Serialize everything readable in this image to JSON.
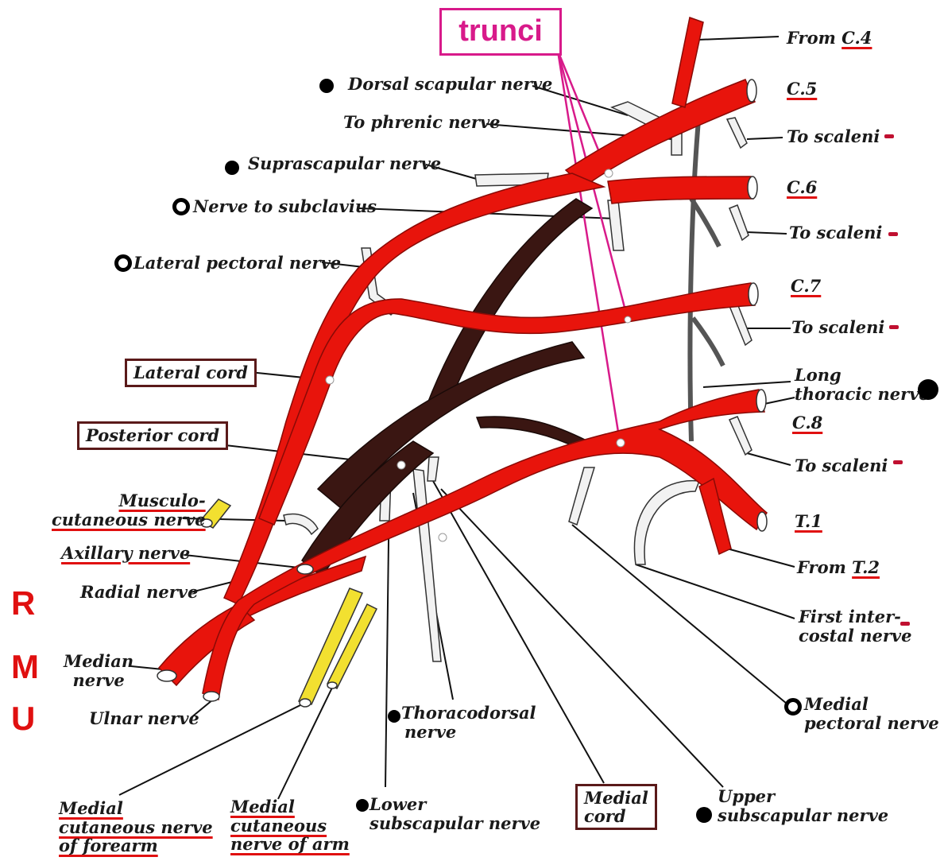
{
  "callout": "trunci",
  "side_letters": [
    "R",
    "M",
    "U"
  ],
  "roots": {
    "c4": {
      "prefix": "From ",
      "level": "C.4"
    },
    "c5": "C.5",
    "c6": "C.6",
    "c7": "C.7",
    "c8": "C.8",
    "t1": "T.1",
    "t2": {
      "prefix": "From ",
      "level": "T.2"
    }
  },
  "labels": {
    "dorsal_scapular": "Dorsal scapular nerve",
    "phrenic": "To phrenic nerve",
    "suprascapular": "Suprascapular nerve",
    "subclavius": "Nerve to subclavius",
    "lateral_pectoral": "Lateral pectoral nerve",
    "lateral_cord": "Lateral cord",
    "posterior_cord": "Posterior cord",
    "musculocutaneous": [
      "Musculo-",
      "cutaneous nerve"
    ],
    "axillary": "Axillary nerve",
    "radial": "Radial nerve",
    "median": [
      "Median",
      "nerve"
    ],
    "ulnar": "Ulnar nerve",
    "scaleni": "To scaleni",
    "long_thoracic": [
      "Long",
      "thoracic nerve"
    ],
    "first_intercostal": [
      "First inter-",
      "costal nerve"
    ],
    "medial_pectoral": [
      "Medial",
      "pectoral nerve"
    ],
    "thoracodorsal": [
      "Thoracodorsal",
      "nerve"
    ],
    "medial_cutaneous_forearm": [
      "Medial",
      "cutaneous nerve",
      "of forearm"
    ],
    "medial_cutaneous_arm": [
      "Medial",
      "cutaneous",
      "nerve of arm"
    ],
    "lower_subscapular": [
      "Lower",
      "subscapular nerve"
    ],
    "medial_cord": [
      "Medial",
      "cord"
    ],
    "upper_subscapular": [
      "Upper",
      "subscapular nerve"
    ]
  },
  "colors": {
    "nerve_red": "#e8140c",
    "posterior_dark": "#3a1612",
    "branch_white": "#f2f2f2",
    "branch_yellow": "#f2e030",
    "callout_magenta": "#d81a8a",
    "underline_red": "#e01010",
    "box_brown": "#5a1a1a"
  }
}
